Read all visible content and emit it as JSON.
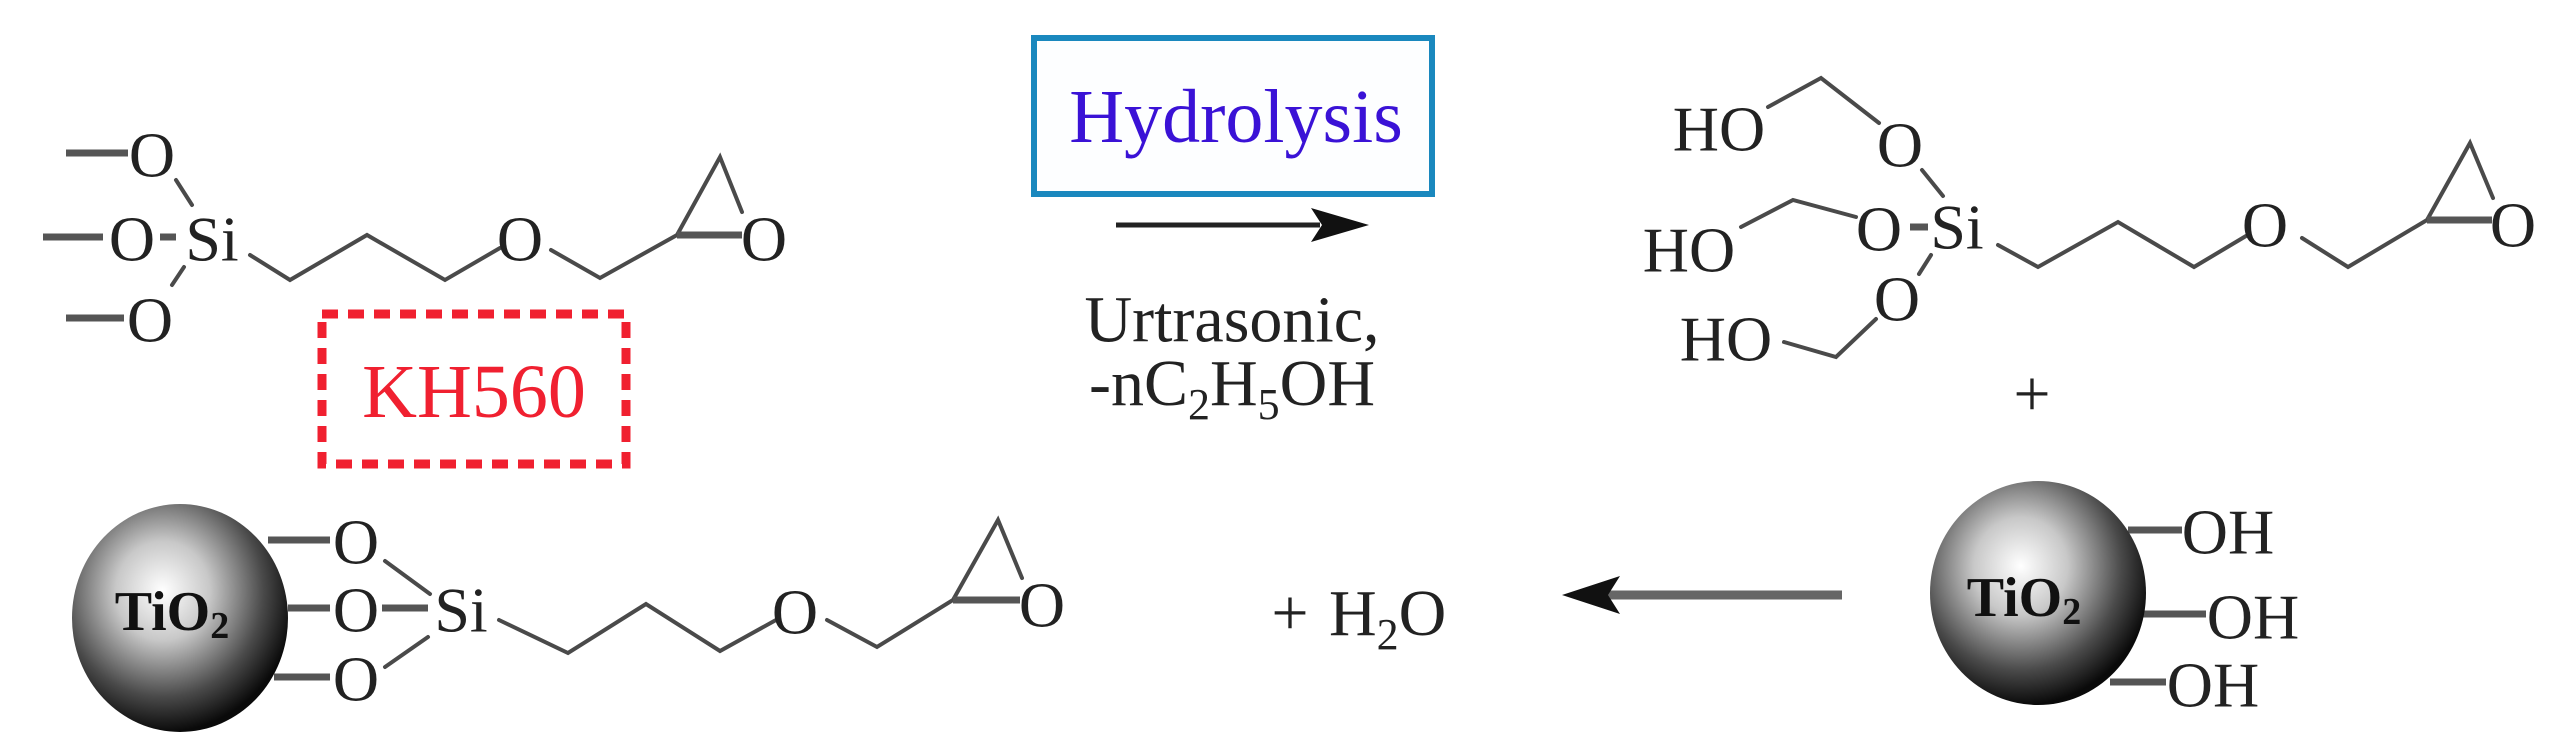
{
  "colors": {
    "hydrolysis_text": "#3a12d6",
    "hydrolysis_border": "#1a88be",
    "kh560": "#f02030",
    "bonds": "#4a4a4a",
    "sphere_dark": "#111111",
    "sphere_light": "#ffffff"
  },
  "reactant": {
    "label": "KH560",
    "atoms": {
      "o": "O",
      "si": "Si"
    }
  },
  "step1": {
    "box_label": "Hydrolysis",
    "condition_line1": "Urtrasonic,",
    "condition_prefix": "-nC",
    "condition_sub1": "2",
    "condition_mid": "H",
    "condition_sub2": "5",
    "condition_suffix": "OH"
  },
  "hydrolyzed": {
    "ho": "HO",
    "o": "O",
    "si": "Si"
  },
  "plus": "+",
  "particle": {
    "label": "TiO",
    "label_sub": "2",
    "oh": "OH"
  },
  "byproduct": {
    "plus": "+",
    "prefix": "H",
    "sub": "2",
    "suffix": "O"
  },
  "product": {
    "o": "O",
    "si": "Si"
  }
}
